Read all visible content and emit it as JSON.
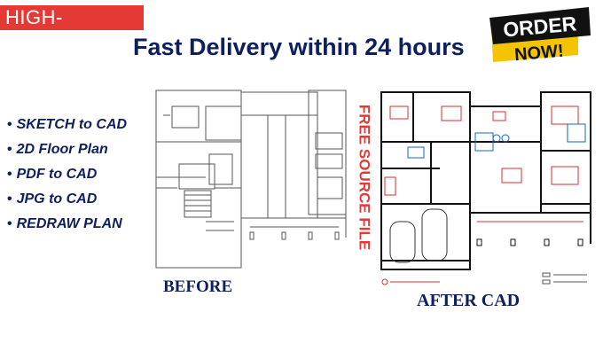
{
  "badge": {
    "text": "HIGH-QUALITY",
    "color": "#e53935"
  },
  "headline": "Fast Delivery within 24 hours",
  "order_badge": {
    "line1": "ORDER",
    "line2": "NOW!",
    "accent": "#f5c400"
  },
  "features": [
    {
      "text": "SKETCH to CAD"
    },
    {
      "text": "2D Floor Plan"
    },
    {
      "text": "PDF to CAD"
    },
    {
      "text": "JPG to CAD"
    },
    {
      "text": "REDRAW PLAN"
    }
  ],
  "vertical_label": "FREE SOURCE FILE",
  "before_label": "BEFORE",
  "after_label": "AFTER CAD",
  "colors": {
    "navy": "#0d1f5c",
    "red": "#e53935",
    "plan_red": "#d32f2f"
  }
}
